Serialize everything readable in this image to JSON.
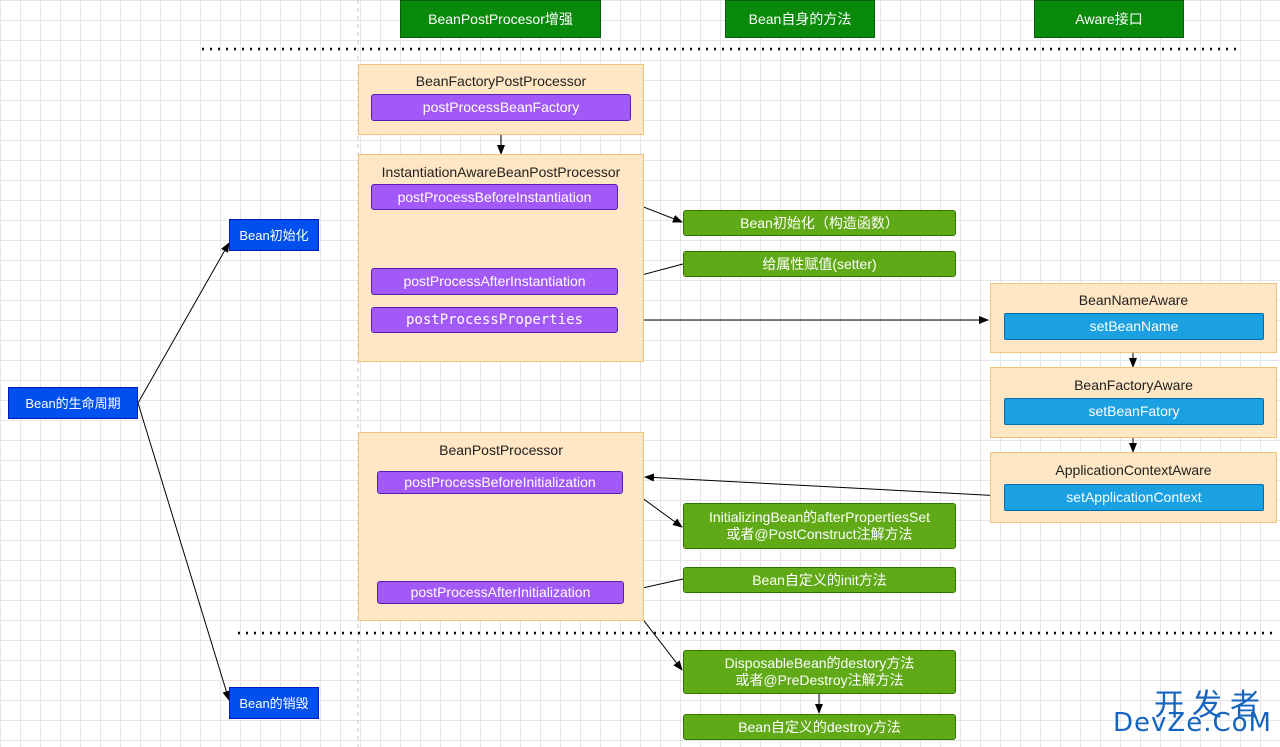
{
  "headers": {
    "bean_post_processor": "BeanPostProcesor增强",
    "bean_own_methods": "Bean自身的方法",
    "aware_interfaces": "Aware接口"
  },
  "lifecycle": {
    "root": "Bean的生命周期",
    "init": "Bean初始化",
    "destroy": "Bean的销毁"
  },
  "bean_factory_post_processor": {
    "title": "BeanFactoryPostProcessor",
    "method": "postProcessBeanFactory"
  },
  "instantiation_aware": {
    "title": "InstantiationAwareBeanPostProcessor",
    "before": "postProcessBeforeInstantiation",
    "after": "postProcessAfterInstantiation",
    "properties": "postProcessProperties"
  },
  "bean_post_processor": {
    "title": "BeanPostProcessor",
    "before": "postProcessBeforeInitialization",
    "after": "postProcessAfterInitialization"
  },
  "bean_methods": {
    "constructor": "Bean初始化（构造函数）",
    "setter": "给属性赋值(setter)",
    "after_properties_set": "InitializingBean的afterPropertiesSet\n或者@PostConstruct注解方法",
    "init_method": "Bean自定义的init方法",
    "disposable": "DisposableBean的destory方法\n或者@PreDestroy注解方法",
    "destroy_method": "Bean自定义的destroy方法"
  },
  "aware": {
    "bean_name_aware": {
      "title": "BeanNameAware",
      "method": "setBeanName"
    },
    "bean_factory_aware": {
      "title": "BeanFactoryAware",
      "method": "setBeanFatory"
    },
    "application_context_aware": {
      "title": "ApplicationContextAware",
      "method": "setApplicationContext"
    }
  },
  "watermark": {
    "cn": "开发者",
    "en": "DevZe.CoM"
  },
  "colors": {
    "header_green": "#0a8a0a",
    "lifecycle_blue": "#0050ef",
    "processor_purple": "#a259f7",
    "method_green": "#60a917",
    "aware_cyan": "#1ba1e2",
    "container_fill": "#ffe6c4"
  }
}
